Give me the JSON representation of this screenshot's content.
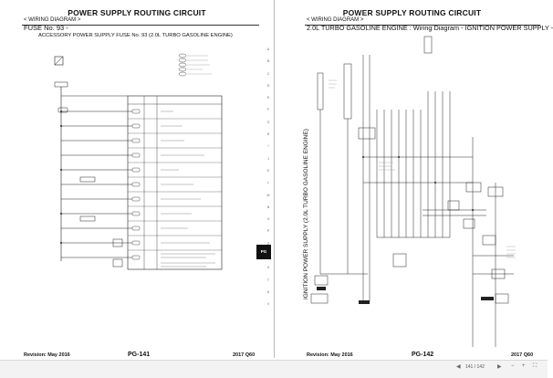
{
  "document": {
    "left_page": {
      "title": "POWER SUPPLY ROUTING CIRCUIT",
      "section": "< WIRING DIAGRAM >",
      "fuse_title": "FUSE No. 93 -",
      "subtitle": "ACCESSORY POWER SUPPLY FUSE No. 93 (2.0L TURBO GASOLINE ENGINE)",
      "revision": "Revision: May 2016",
      "page_number": "PG-141",
      "model": "2017 Q60",
      "side_tab": "PG",
      "side_letters": [
        "A",
        "B",
        "C",
        "D",
        "E",
        "F",
        "G",
        "H",
        "I",
        "J",
        "K",
        "L",
        "M",
        "N",
        "O",
        "P",
        "Q",
        "R",
        "S",
        "T",
        "U",
        "V"
      ]
    },
    "right_page": {
      "title": "POWER SUPPLY ROUTING CIRCUIT",
      "section": "< WIRING DIAGRAM >",
      "diagram_title": "2.0L TURBO GASOLINE ENGINE : Wiring Diagram - IGNITION POWER SUPPLY -",
      "vertical_title": "IGNITION POWER SUPPLY (2.0L TURBO GASOLINE ENGINE)",
      "revision": "Revision: May 2016",
      "page_number": "PG-142",
      "model": "2017 Q60"
    }
  },
  "viewer": {
    "page_indicator": "141 / 142"
  }
}
